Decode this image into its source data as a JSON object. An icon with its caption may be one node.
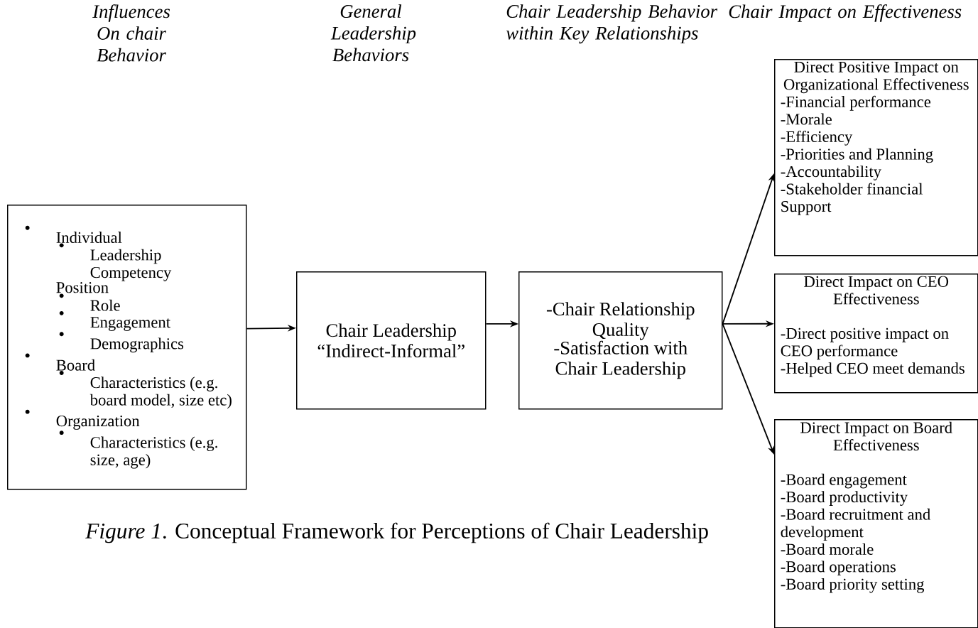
{
  "diagram": {
    "caption": "*Figure 1*. Conceptual Framework for Perceptions of Chair Leadership",
    "nodes": [
      {
        "text": [
          "Individual",
          "Leadership Competency",
          "Position",
          "Role",
          "Engagement",
          "Demographics",
          "Board",
          "Characteristics (e.g. board model, size etc)",
          "Organization",
          "Characteristics (e.g. size, age)"
        ]
      },
      {
        "text": [
          "Chair Leadership “Indirect-Informal”"
        ]
      },
      {
        "text": [
          "-Chair Relationship Quality",
          "-Satisfaction with Chair Leadership"
        ]
      },
      {
        "text": [
          "Direct Positive Impact on Organizational Effectiveness",
          "-Financial performance",
          "-Morale",
          "-Efficiency",
          "-Priorities and Planning",
          "-Accountability",
          "-Stakeholder financial Support"
        ]
      },
      {
        "text": [
          "Direct Impact on CEO Effectiveness",
          "-Direct positive impact on CEO performance",
          "-Helped CEO meet demands"
        ]
      },
      {
        "text": [
          "Direct Impact on Board Effectiveness",
          "-Board engagement",
          "-Board productivity",
          "-Board recruitment and development",
          "-Board morale",
          "-Board operations",
          "-Board priority setting"
        ]
      }
    ],
    "edges": [
      {
        "from": 0,
        "to": 1,
        "arrow": "to"
      },
      {
        "from": 1,
        "to": 2,
        "arrow": "to"
      },
      {
        "from": 2,
        "to": 3,
        "arrow": "to"
      },
      {
        "from": 2,
        "to": 4,
        "arrow": "to"
      },
      {
        "from": 2,
        "to": 5,
        "arrow": "to"
      }
    ],
    "labels": [
      "Influences On chair Behavior",
      "General Leadership Behaviors",
      "Chair Leadership Behavior within Key Relationships",
      "Chair Impact on Effectiveness"
    ]
  }
}
